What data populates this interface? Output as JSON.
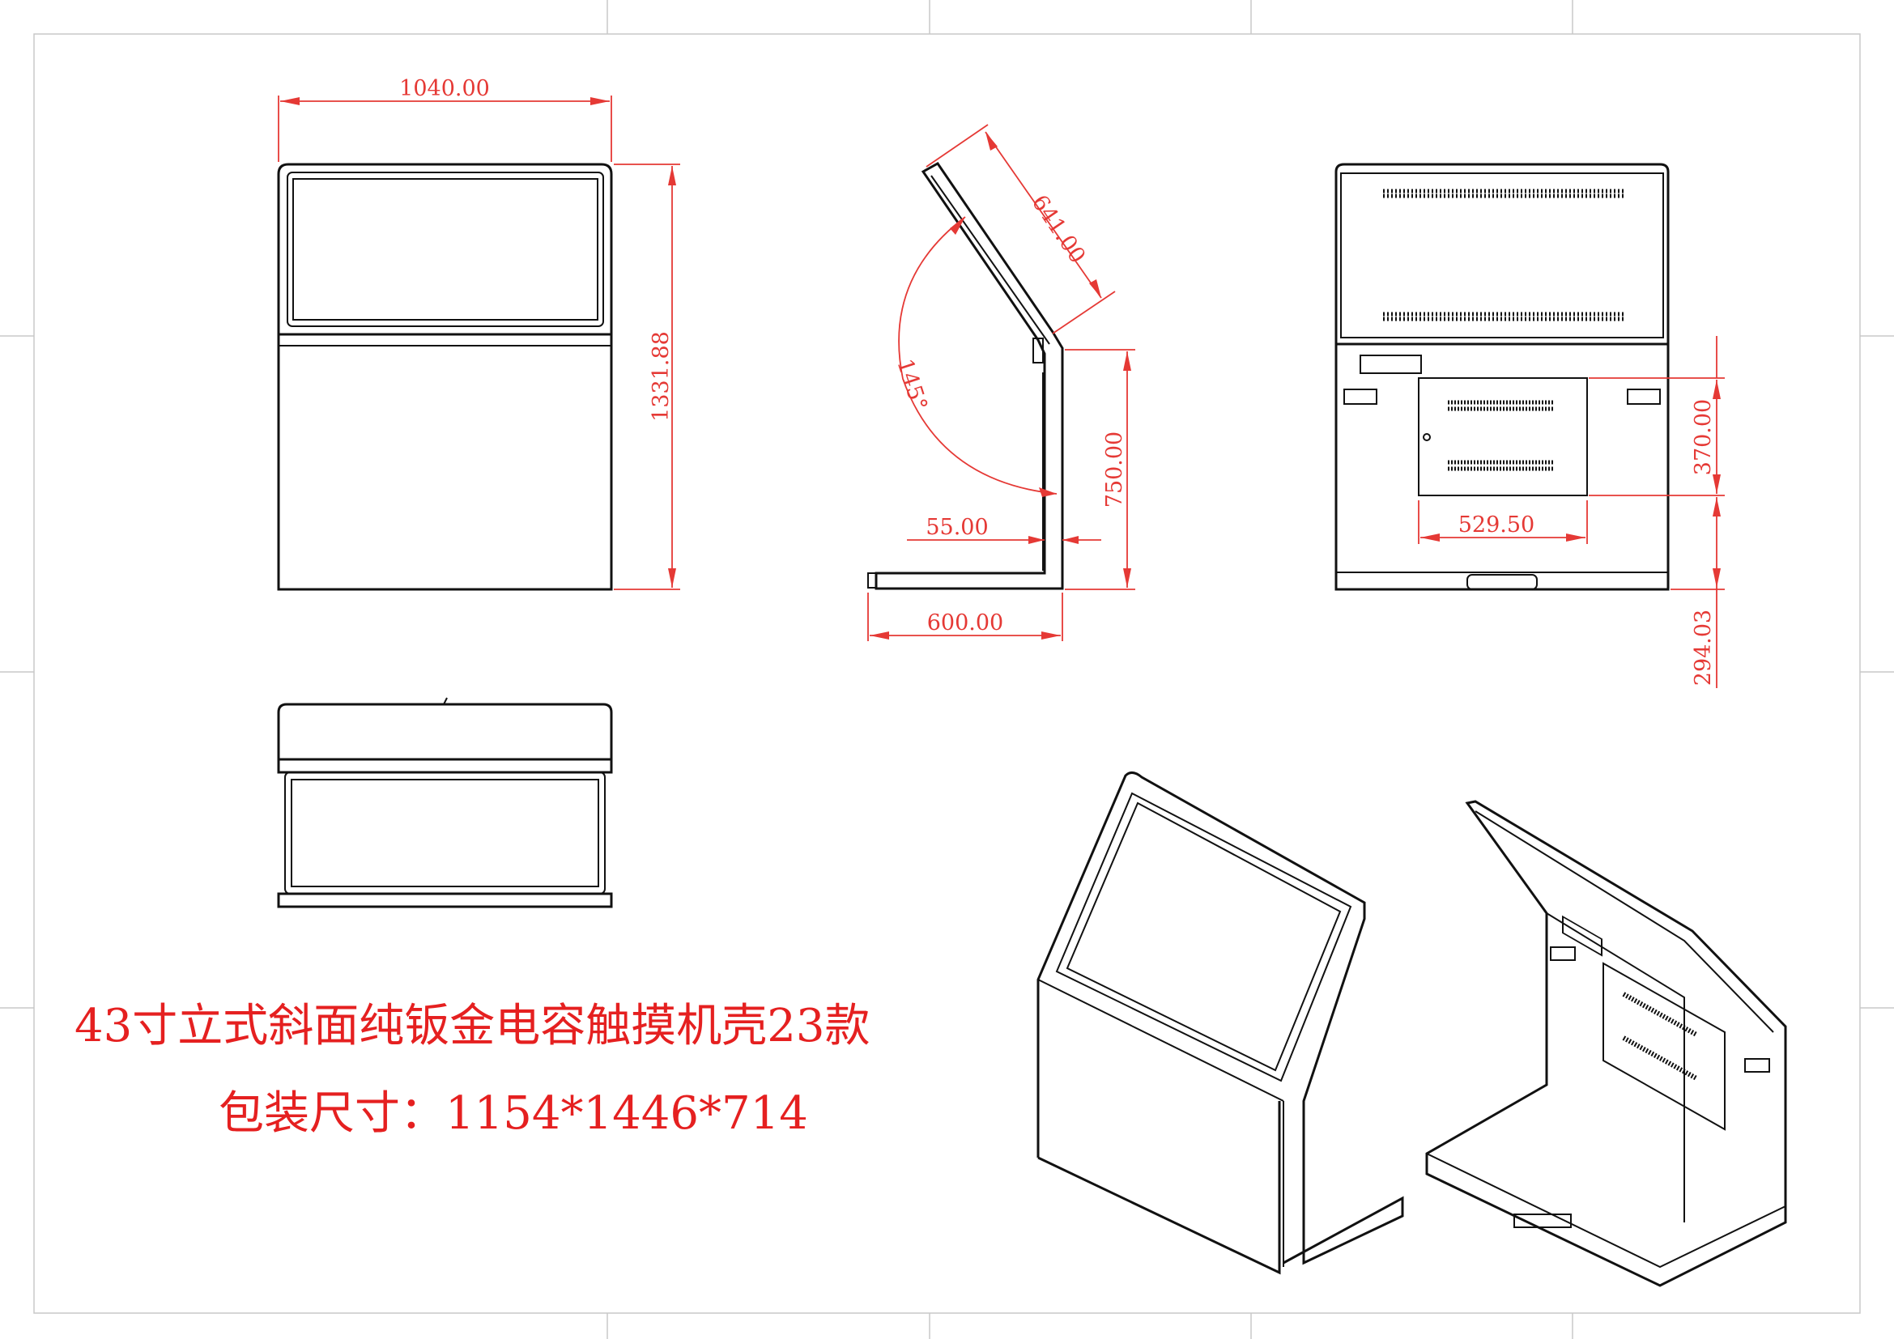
{
  "drawing": {
    "dimensions": {
      "front_width": "1040.00",
      "front_height": "1331.88",
      "side_panel_length": "641.00",
      "side_angle": "145°",
      "side_height": "750.00",
      "side_thickness": "55.00",
      "side_base_depth": "600.00",
      "back_door_height": "370.00",
      "back_door_width": "529.50",
      "back_lower_height": "294.03"
    },
    "title": "43寸立式斜面纯钣金电容触摸机壳23款",
    "packaging": "包装尺寸：1154*1446*714"
  },
  "colors": {
    "line": "#111111",
    "dimension": "#e53935",
    "title": "#e52020",
    "frame": "#c8c8c8"
  }
}
